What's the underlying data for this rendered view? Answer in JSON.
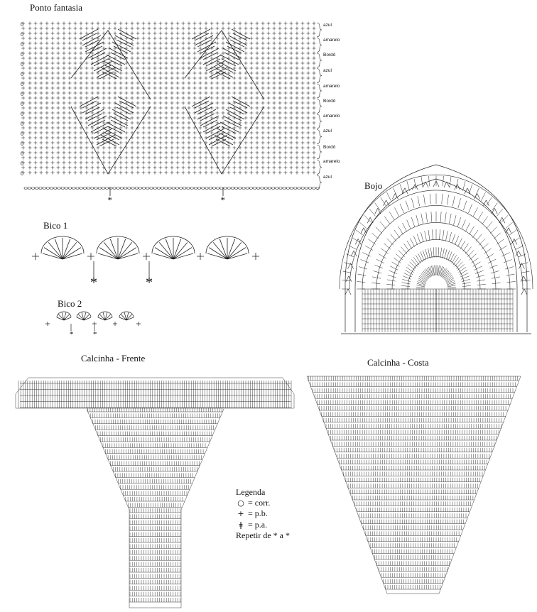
{
  "titles": {
    "ponto_fantasia": "Ponto fantasia",
    "bojo": "Bojo",
    "bico1": "Bico 1",
    "bico2": "Bico 2",
    "frente": "Calcinha - Frente",
    "costa": "Calcinha - Costa"
  },
  "color_labels": [
    "azul",
    "amarelo",
    "Bordô",
    "azul",
    "amarelo",
    "Bordô",
    "amarelo",
    "azul",
    "Bordô",
    "amarelo",
    "azul"
  ],
  "row_marker": "0",
  "repeat_mark": "*",
  "legend": {
    "title": "Legenda",
    "items": [
      {
        "symbol": "○",
        "text": "= corr."
      },
      {
        "symbol": "+",
        "text": "= p.b."
      },
      {
        "symbol": "ǂ",
        "text": "= p.a."
      }
    ],
    "repeat": "Repetir de * a *"
  }
}
